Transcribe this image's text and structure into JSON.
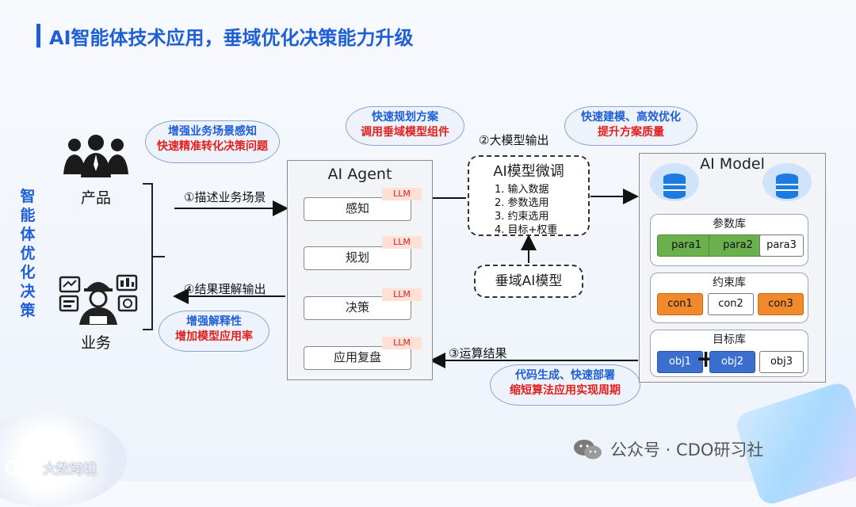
{
  "title": "AI智能体技术应用，垂域优化决策能力升级",
  "side_label": "智能体优化决策",
  "left": {
    "product_label": "产品",
    "business_label": "业务"
  },
  "clouds": {
    "top_left": {
      "line1": "增强业务场景感知",
      "line2": "快速精准转化决策问题"
    },
    "bottom_left": {
      "line1": "增强解释性",
      "line2": "增加模型应用率"
    },
    "top_mid": {
      "line1": "快速规划方案",
      "line2": "调用垂域模型组件"
    },
    "top_right": {
      "line1": "快速建模、高效优化",
      "line2": "提升方案质量"
    },
    "bottom_right": {
      "line1": "代码生成、快速部署",
      "line2": "缩短算法应用实现周期"
    }
  },
  "arrows": {
    "describe": "①描述业务场景",
    "big_model_output": "②大模型输出",
    "compute_result": "③运算结果",
    "result_output": "④结果理解输出"
  },
  "agent": {
    "title": "AI Agent",
    "llm_tag": "LLM",
    "steps": [
      "感知",
      "规划",
      "决策",
      "应用复盘"
    ]
  },
  "finetune": {
    "title": "AI模型微调",
    "items": [
      "1. 输入数据",
      "2. 参数选用",
      "3. 约束选用",
      "4. 目标+权重"
    ]
  },
  "vertical_model": "垂域AI模型",
  "model": {
    "title": "AI Model",
    "param_lib": {
      "title": "参数库",
      "items": [
        "para1",
        "para2",
        "para3"
      ]
    },
    "constraint_lib": {
      "title": "约束库",
      "items": [
        "con1",
        "con2",
        "con3"
      ]
    },
    "objective_lib": {
      "title": "目标库",
      "items": [
        "obj1",
        "obj2",
        "obj3"
      ]
    },
    "plus": "+"
  },
  "watermark": {
    "wechat": "公众号 · CDO研习社",
    "logo_text": "大数跨境"
  },
  "colors": {
    "primary": "#1f5fd6",
    "red": "#e0201c",
    "green": "#6ab04c",
    "orange": "#f08a2c",
    "blue": "#3a6fd0"
  }
}
